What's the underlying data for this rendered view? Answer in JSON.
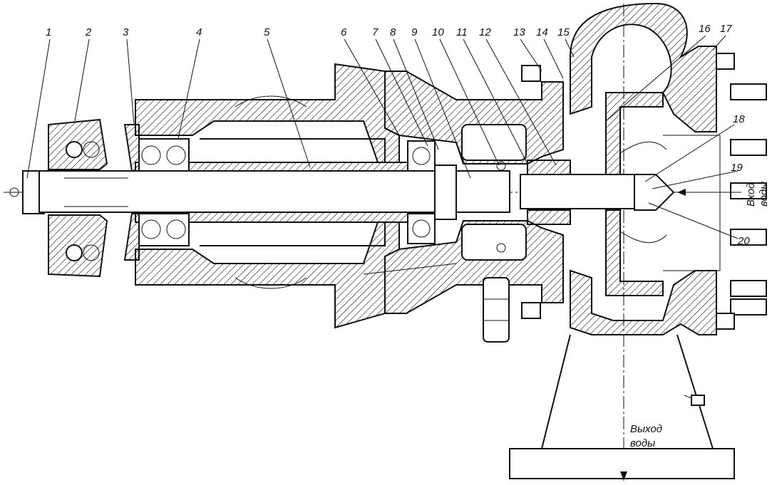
{
  "diagram": {
    "part_labels": [
      "1",
      "2",
      "3",
      "4",
      "5",
      "6",
      "7",
      "8",
      "9",
      "10",
      "11",
      "12",
      "13",
      "14",
      "15",
      "16",
      "17",
      "18",
      "19",
      "20"
    ],
    "inlet_label_line1": "Вход",
    "inlet_label_line2": "воды",
    "outlet_label_line1": "Выход",
    "outlet_label_line2": "воды"
  }
}
